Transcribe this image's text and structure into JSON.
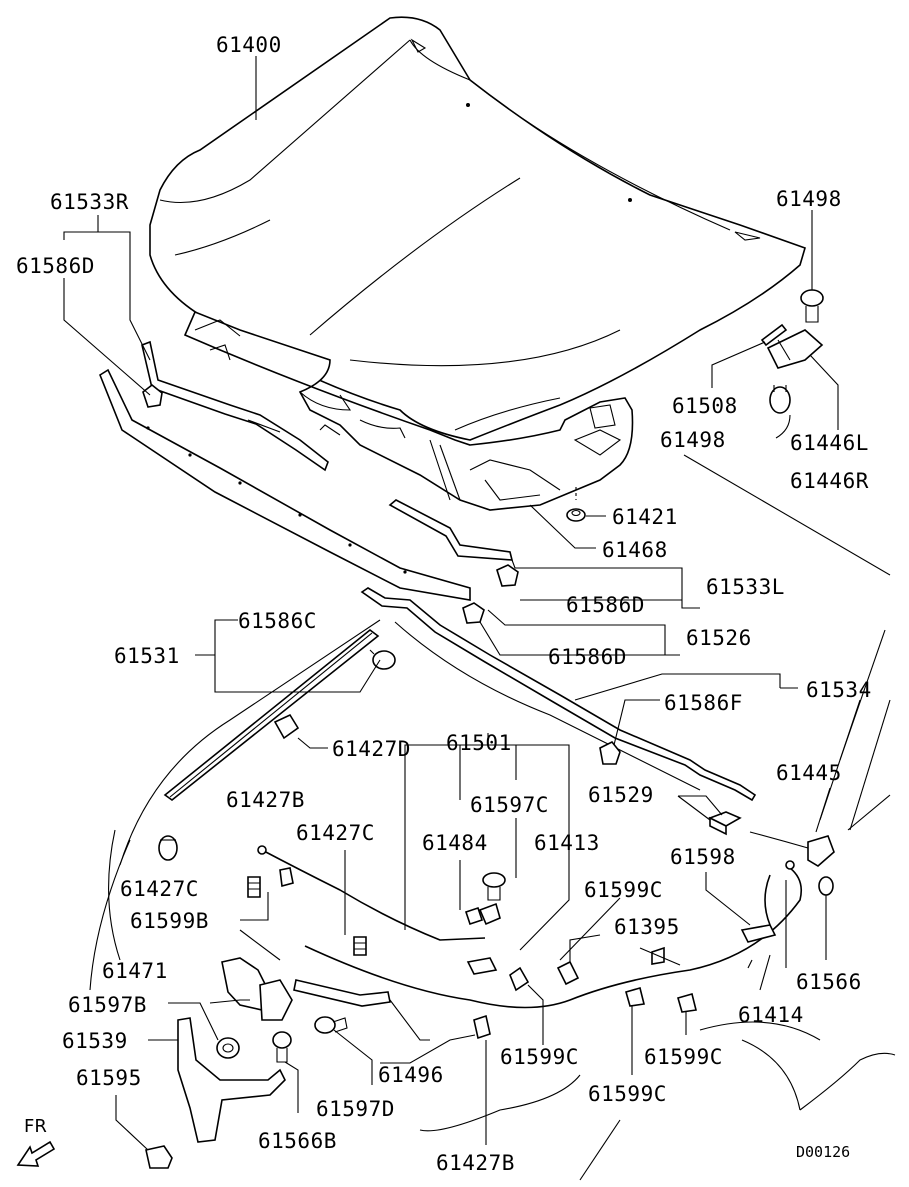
{
  "diagram_code": "D00126",
  "direction_label": "FR",
  "labels": {
    "l61400": "61400",
    "l61533R": "61533R",
    "l61586D_a": "61586D",
    "l61498_a": "61498",
    "l61508": "61508",
    "l61498_b": "61498",
    "l61446L": "61446L",
    "l61446R": "61446R",
    "l61421": "61421",
    "l61468": "61468",
    "l61533L": "61533L",
    "l61586D_b": "61586D",
    "l61586C": "61586C",
    "l61526": "61526",
    "l61586D_c": "61586D",
    "l61531": "61531",
    "l61534": "61534",
    "l61586F": "61586F",
    "l61427D": "61427D",
    "l61501": "61501",
    "l61445": "61445",
    "l61427B_a": "61427B",
    "l61597C": "61597C",
    "l61529": "61529",
    "l61427C_a": "61427C",
    "l61484": "61484",
    "l61413": "61413",
    "l61598": "61598",
    "l61427C_b": "61427C",
    "l61599C_a": "61599C",
    "l61599B": "61599B",
    "l61395": "61395",
    "l61566_a": "61566",
    "l61471": "61471",
    "l61414": "61414",
    "l61597B": "61597B",
    "l61539": "61539",
    "l61496": "61496",
    "l61599C_b": "61599C",
    "l61599C_c": "61599C",
    "l61595": "61595",
    "l61597D": "61597D",
    "l61599C_d": "61599C",
    "l61566B": "61566B",
    "l61427B_b": "61427B"
  }
}
